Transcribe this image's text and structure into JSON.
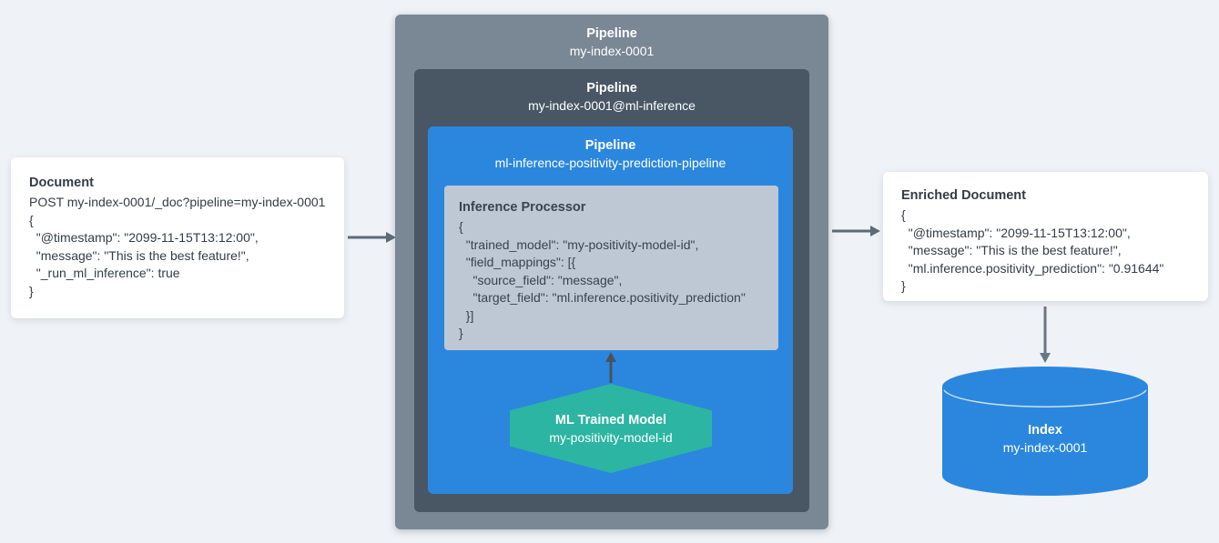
{
  "palette": {
    "background": "#eff2f6",
    "outer_pipeline_bg": "#7a8795",
    "inner_pipeline_bg": "#495764",
    "ml_pipeline_bg": "#2b87dd",
    "processor_bg": "#bdc8d4",
    "model_hexagon_bg": "#2cb5a2",
    "index_cylinder_bg": "#2b87dd",
    "card_bg": "#ffffff",
    "text_dark": "#343c46",
    "text_light": "#ffffff",
    "arrow_gray": "#5d6a79",
    "arrow_dark": "#49525c",
    "arrow_light": "#6b7684"
  },
  "document_card": {
    "title": "Document",
    "lines": [
      "POST my-index-0001/_doc?pipeline=my-index-0001",
      "{",
      "  \"@timestamp\": \"2099-11-15T13:12:00\",",
      "  \"message\": \"This is the best feature!\",",
      "  \"_run_ml_inference\": true",
      "}"
    ]
  },
  "outer_pipeline": {
    "title": "Pipeline",
    "name": "my-index-0001"
  },
  "inference_pipeline": {
    "title": "Pipeline",
    "name": "my-index-0001@ml-inference"
  },
  "ml_pipeline": {
    "title": "Pipeline",
    "name": "ml-inference-positivity-prediction-pipeline"
  },
  "inference_processor": {
    "title": "Inference Processor",
    "lines": [
      "{",
      "  \"trained_model\": \"my-positivity-model-id\",",
      "  \"field_mappings\": [{",
      "    \"source_field\": \"message\",",
      "    \"target_field\": \"ml.inference.positivity_prediction\"",
      "  }]",
      "}"
    ]
  },
  "trained_model": {
    "title": "ML Trained Model",
    "name": "my-positivity-model-id"
  },
  "enriched_card": {
    "title": "Enriched Document",
    "lines": [
      "{",
      "  \"@timestamp\": \"2099-11-15T13:12:00\",",
      "  \"message\": \"This is the best feature!\",",
      "  \"ml.inference.positivity_prediction\": \"0.91644\"",
      "}"
    ]
  },
  "index": {
    "title": "Index",
    "name": "my-index-0001"
  }
}
